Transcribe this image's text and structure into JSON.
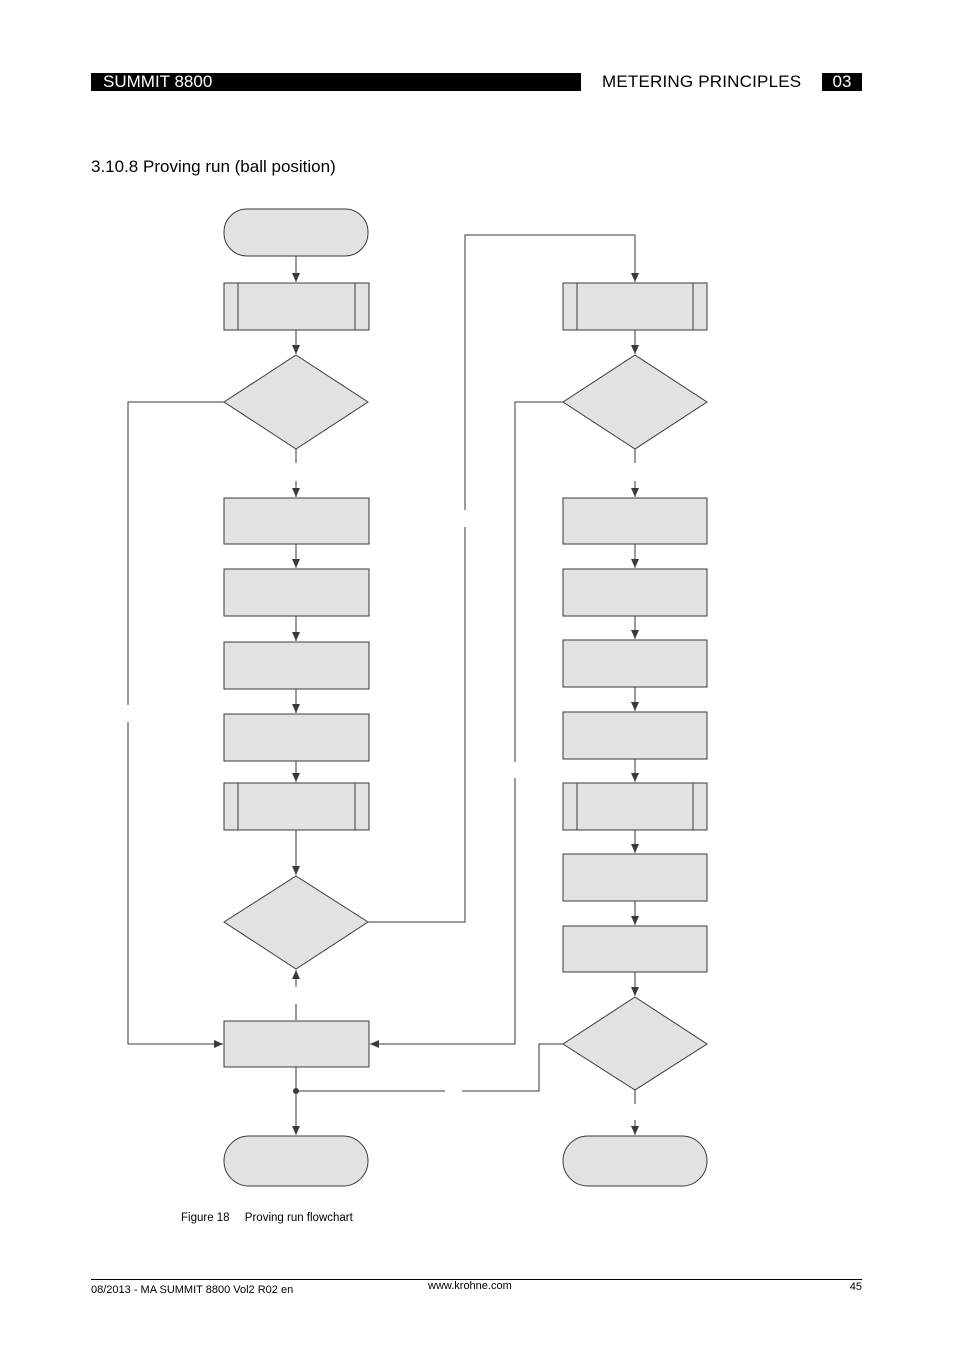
{
  "header": {
    "product": "SUMMIT 8800",
    "chapter_title": "METERING PRINCIPLES",
    "chapter_number": "03"
  },
  "section": {
    "title": "3.10.8 Proving run (ball position)"
  },
  "figure": {
    "label": "Figure 18",
    "caption": "Proving run flowchart"
  },
  "footer": {
    "document": "08/2013 - MA SUMMIT 8800 Vol2 R02 en",
    "website": "www.krohne.com",
    "page_number": "45"
  },
  "colors": {
    "shape_fill": "#e2e2e2",
    "stroke": "#3a3a3a",
    "header_bg": "#000000"
  }
}
